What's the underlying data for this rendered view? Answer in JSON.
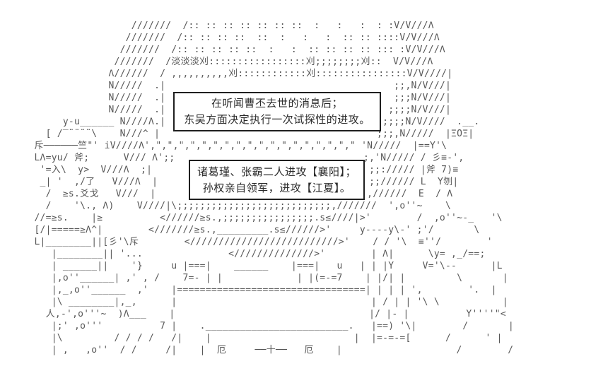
{
  "scene": {
    "background_color": "#ffffff",
    "art_color": "#575757",
    "box_border_color": "#1f1f1f",
    "box_text_color": "#2a2a2a"
  },
  "dialog_boxes": [
    {
      "id": "narration",
      "lines": [
        "在听闻曹丕去世的消息后；",
        "东吴方面决定执行一次试探性的进攻。"
      ]
    },
    {
      "id": "action",
      "lines": [
        "诸葛瑾、张霸二人进攻【襄阳】；",
        "孙权亲自领军，进攻【江夏】。"
      ]
    }
  ],
  "art": {
    "lines": [
      "                       ///////  /:: :: :: :: :: :: ::  :   :   :  : :V/V///Λ",
      "                      ///////  /:: :: :: ::  ::  :   :   :  :: :: ::::V/V///Λ",
      "                     ///////  /:: :: :: :: ::  :   :  :: :: :: :: ::: :V/V///Λ",
      "                    ///////  /淡淡淡刈:::::::::::::::::刈;;;;;;;;刈::  V/V///Λ",
      "                   Λ//////  / ,,,,,,,,,,刈::::::::::::刈::::::::::::::::V/V////|",
      "                   N/////  .|                                        ;;,N/V///|",
      "                   N/////  .|                                        ;;;N/V///|",
      "                   N/////  .|                                       ;;;;N/V///|",
      "           y-u______ N////Λ.|                                      ;;;;N/V////  .__.",
      "        [ /‾¨¨¨¨\\    N///^ |                                      ;;;,N/////  |ΞOΞ|",
      "      斥──────竺\"' iV////Λ',\",\",\",\",\",\",\",\",\",\",\",\",\",\",\",\",\",\" 'N/////  |==Y'\\",
      "      LΛ=yu/ 斧;      V/// Λ';;                                 ;,'N///// / 彡≡-',",
      "       '=入\\  y>  V///Λ  ;|                                      ;;:///// |斧 7)≡",
      "       _| '  ,/了   V///Λ  |                                     ;;////// L  Y刎|",
      "        /  ≥s.爻戈   V///  |                                     ,//////  E  / Λ",
      "        /    '\\., Λ)    V////|\\;;;;;;;;;;;;;;;;;;;;;;;;;;;,///////  ',o''~    \\",
      "      //=≥s.    |≥          <//////≥s.,;;;;;;;;;;;;;;;;.s≤////|>'        /  ,o''~-_   '\\",
      "      [/|=====≥Λ^|        <///////≥s.,_________.s≤//////>'     y----y\\-' ;'/       \\",
      "      L|________||[彡'\\斥        <//////////////////////////>'    / / '\\  ≡''/        '",
      "         |________|| '...               <//////////////>'        | Λ|      \\y= ,_/==;",
      "         | ______||    '}     u |===|    ______    |===|   u   | | |Y     V='\\--      |L",
      "         |,o''______| ,' , /    7=- | |             | |(=-=7    | |/| |         \\       |",
      "         |,_,o''______  ,'    |=================================| | | | ',        '.  |",
      "         |\\ ________|,_,      |                                  | / | | '\\ \\           |",
      "        人,-',o'''~  )Λ___    |                                  |/ |- |          Y''''\"<",
      "         |;' ,o'''          7 |    ._________________________.   |==) '\\|        /       |",
      "         |\\         / / / /   /|    |                         |  |=-=-=[      /      ' |",
      "         | ,   ,o''  / /     /|    |  厄     ──十──   厄    |                    /        /",
      ""
    ]
  }
}
